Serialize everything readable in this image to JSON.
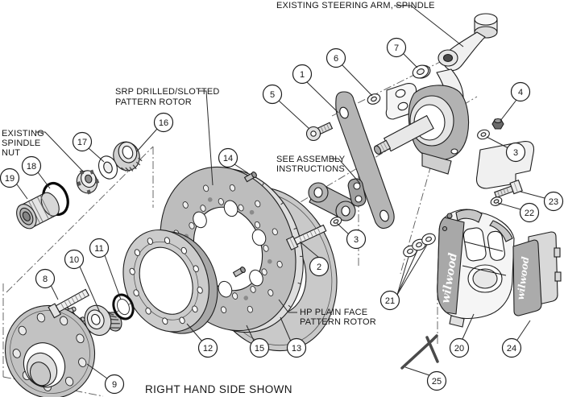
{
  "diagram": {
    "labels": {
      "steering_arm": "EXISTING STEERING ARM, SPINDLE",
      "srp_rotor_line1": "SRP DRILLED/SLOTTED",
      "srp_rotor_line2": "PATTERN ROTOR",
      "spindle_nut_line1": "EXISTING",
      "spindle_nut_line2": "SPINDLE",
      "spindle_nut_line3": "NUT",
      "assembly_line1": "SEE ASSEMBLY",
      "assembly_line2": "INSTRUCTIONS",
      "hp_rotor_line1": "HP PLAIN FACE",
      "hp_rotor_line2": "PATTERN ROTOR",
      "footer": "RIGHT HAND SIDE SHOWN"
    },
    "brand_logo": "wilwood",
    "callouts": {
      "c1": "1",
      "c2": "2",
      "c3": "3",
      "c4": "4",
      "c5": "5",
      "c6": "6",
      "c7": "7",
      "c8": "8",
      "c9": "9",
      "c10": "10",
      "c11": "11",
      "c12": "12",
      "c13": "13",
      "c14": "14",
      "c15": "15",
      "c16": "16",
      "c17": "17",
      "c18": "18",
      "c19": "19",
      "c20": "20",
      "c21": "21",
      "c22": "22",
      "c23": "23",
      "c24": "24",
      "c25": "25"
    },
    "colors": {
      "line": "#1d1d1d",
      "shade": "#b5b5b5",
      "light": "#e8e8e8",
      "background": "#ffffff"
    }
  }
}
